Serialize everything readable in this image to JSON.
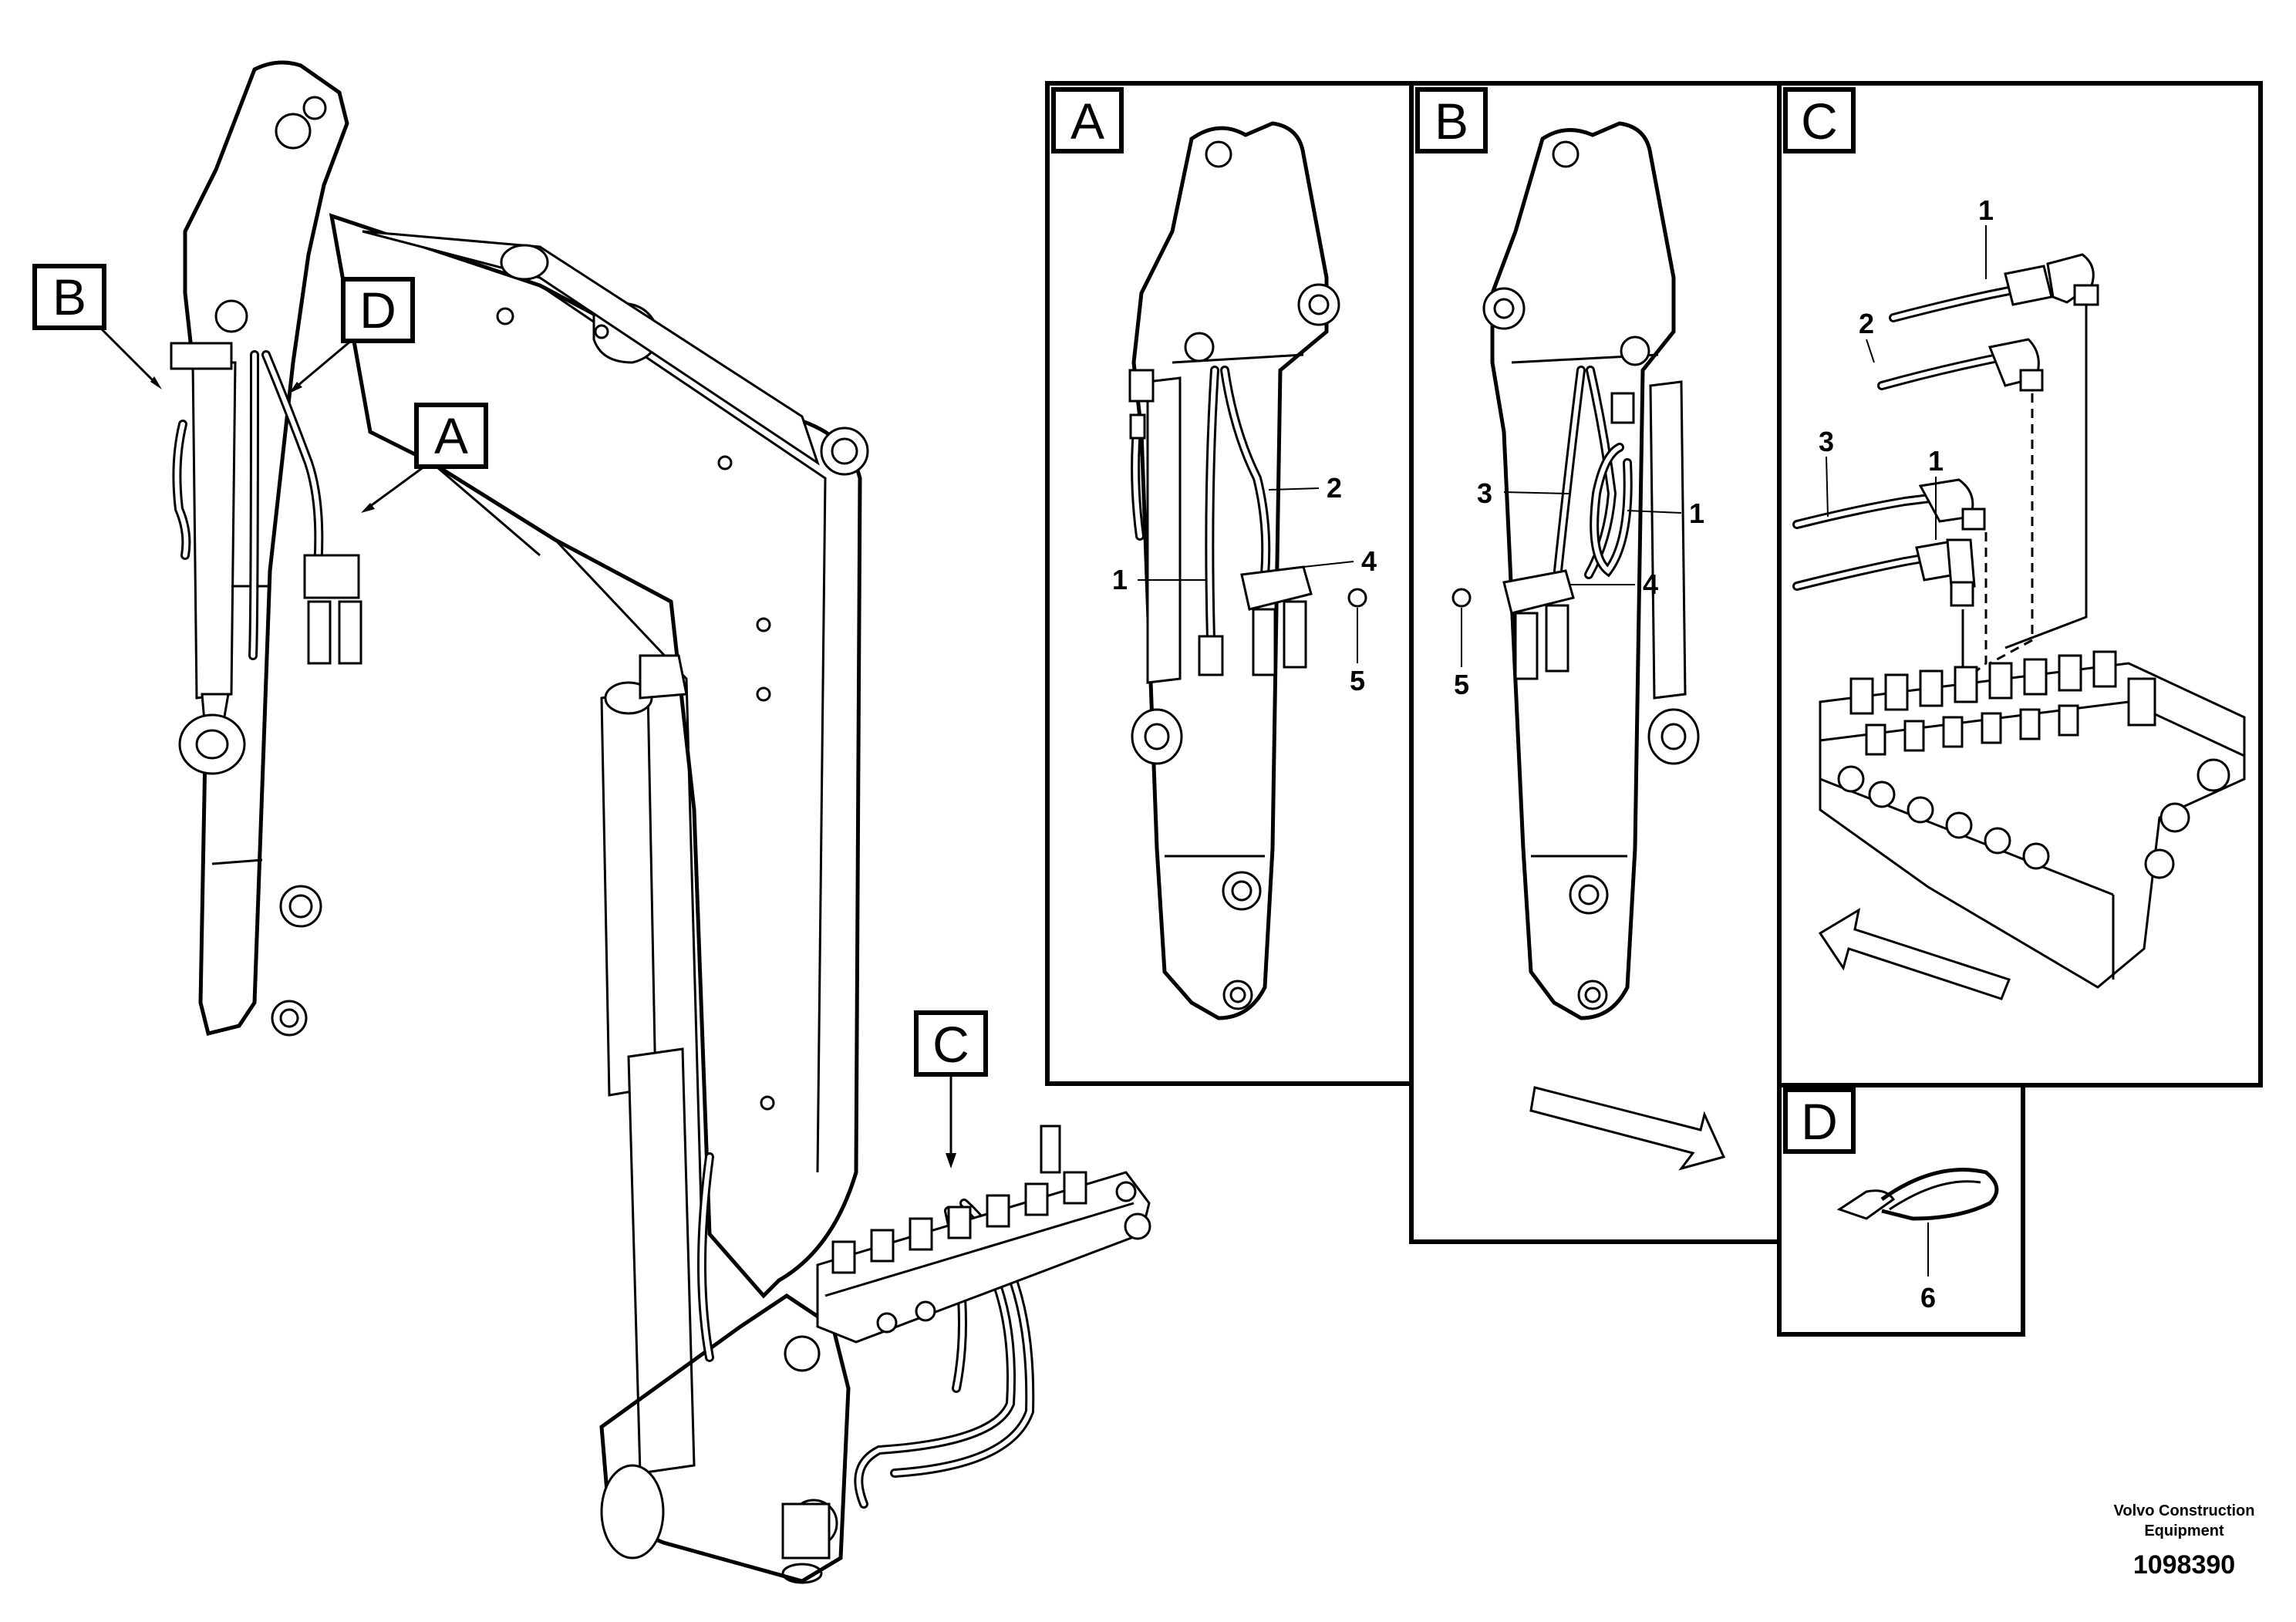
{
  "callouts": {
    "overview": {
      "B": "B",
      "D": "D",
      "A": "A",
      "C": "C"
    },
    "panels": {
      "A": "A",
      "B": "B",
      "C": "C",
      "D": "D"
    }
  },
  "panel_a": {
    "labels": [
      "1",
      "2",
      "4",
      "5"
    ]
  },
  "panel_b": {
    "labels": [
      "3",
      "1",
      "4",
      "5"
    ]
  },
  "panel_c": {
    "labels": [
      "1",
      "2",
      "3",
      "1"
    ]
  },
  "panel_d": {
    "labels": [
      "6"
    ]
  },
  "footer": {
    "company_line1": "Volvo Construction",
    "company_line2": "Equipment",
    "drawing_number": "1098390"
  }
}
